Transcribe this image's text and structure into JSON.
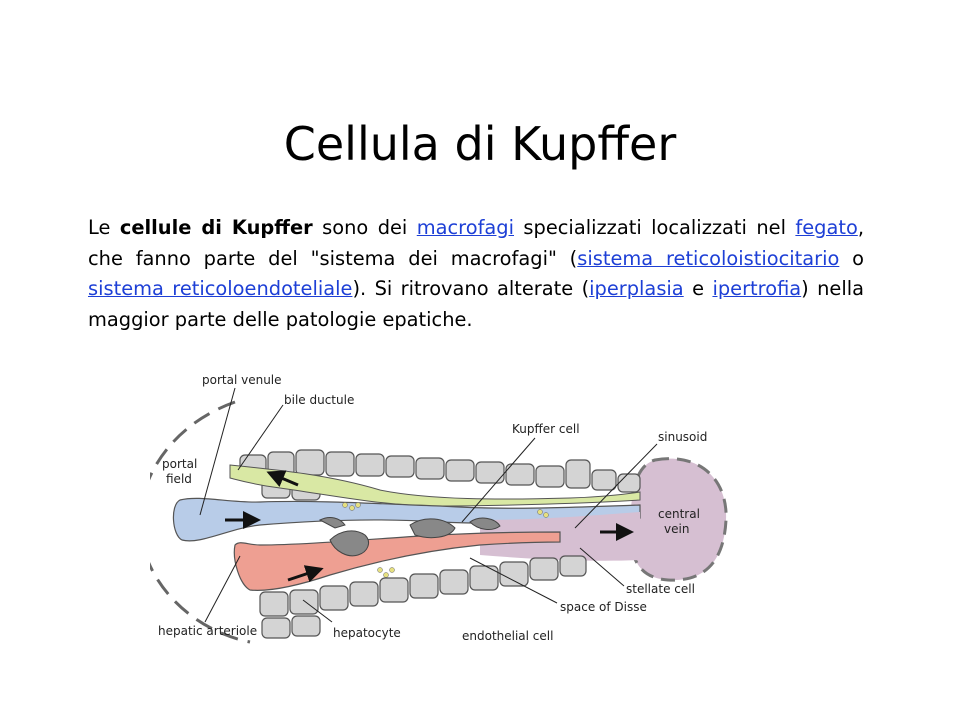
{
  "slide": {
    "title": "Cellula di Kupffer",
    "paragraph": {
      "t1": "Le ",
      "b1": "cellule di Kupffer",
      "t2": " sono dei ",
      "l1": "macrofagi",
      "t3": " specializzati localizzati nel ",
      "l2": "fegato",
      "t4": ", che fanno parte del \"sistema dei macrofagi\" (",
      "l3": "sistema reticoloistiocitario",
      "t5": " o ",
      "l4": "sistema reticoloendoteliale",
      "t6": "). Si ritrovano alterate (",
      "l5": "iperplasia",
      "t7": " e ",
      "l6": "ipertrofia",
      "t8": ") nella maggior parte delle patologie epatiche."
    }
  },
  "figure": {
    "labels": {
      "portal_venule": "portal venule",
      "bile_ductule": "bile ductule",
      "portal_field_1": "portal",
      "portal_field_2": "field",
      "kupffer_cell": "Kupffer cell",
      "sinusoid": "sinusoid",
      "central_vein_1": "central",
      "central_vein_2": "vein",
      "stellate_cell": "stellate cell",
      "space_of_disse": "space of Disse",
      "hepatic_arteriole": "hepatic arteriole",
      "hepatocyte": "hepatocyte",
      "endothelial_cell": "endothelial cell"
    },
    "colors": {
      "portal_blood": "#b8cce8",
      "arterial_blood": "#ee9f92",
      "bile": "#d9e8a4",
      "central_vein": "#d6bfd2",
      "hepatocyte": "#d4d4d4",
      "kupffer_cell": "#888888",
      "outline": "#555555"
    }
  }
}
